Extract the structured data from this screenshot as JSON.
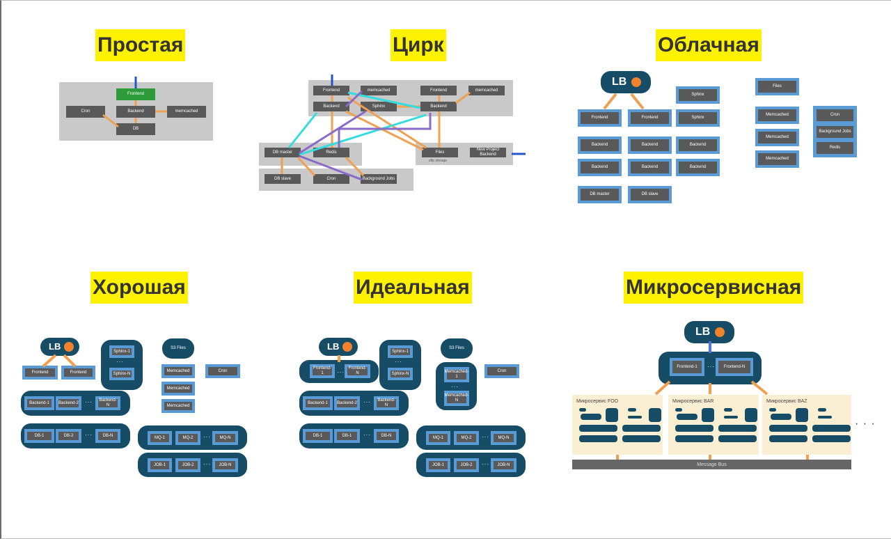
{
  "titles": [
    "Простая",
    "Цирк",
    "Облачная",
    "Хорошая",
    "Идеальная",
    "Микросервисная"
  ],
  "simple": {
    "nodes": [
      "Frontend",
      "Cron",
      "Backend",
      "memcached",
      "DB"
    ]
  },
  "circus": {
    "nodes": [
      "Frontend",
      "memcached",
      "Backend",
      "Sphinx",
      "Frontend",
      "memcached",
      "Backend",
      "DB master",
      "Redis",
      "Files",
      "New Project Backend",
      "DB slave",
      "Cron",
      "Background Jobs"
    ],
    "files_caption": "sftp storage"
  },
  "cloud": {
    "lb": "LB",
    "nodes": [
      "Frontend",
      "Frontend",
      "Sphinx",
      "Sphinx",
      "Backend",
      "Backend",
      "Backend",
      "Backend",
      "Backend",
      "Backend",
      "DB master",
      "DB slave",
      "Files",
      "Memcached",
      "Memcached",
      "Memcached",
      "Cron",
      "Background Jobs",
      "Redis"
    ]
  },
  "good": {
    "lb": "LB",
    "s3": "S3 Files",
    "ellipsis": "···",
    "nodes": [
      "Frontend",
      "Frontend",
      "Sphinx-1",
      "Sphinx-N",
      "Memcached",
      "Memcached",
      "Memcached",
      "Cron",
      "Backend-1",
      "Backend-2",
      "Backend-N",
      "DB-1",
      "DB-2",
      "DB-N",
      "MQ-1",
      "MQ-2",
      "MQ-N",
      "JOB-1",
      "JOB-2",
      "JOB-N"
    ]
  },
  "ideal": {
    "lb": "LB",
    "s3": "S3 Files",
    "ellipsis": "···",
    "nodes": [
      "Frontend-1",
      "Frontend-N",
      "Sphinx-1",
      "Sphinx-N",
      "Memcached-1",
      "Memcached-N",
      "Cron",
      "Backend-1",
      "Backend-2",
      "Backend-N",
      "DB-1",
      "DB-1",
      "DB-N",
      "MQ-1",
      "MQ-2",
      "MQ-N",
      "JOB-1",
      "JOB-2",
      "JOB-N"
    ]
  },
  "micro": {
    "lb": "LB",
    "ellipsis": "···",
    "frontends": [
      "Frontend-1",
      "Frontend-N"
    ],
    "services": [
      "Микросервис FOO",
      "Микросервис BAR",
      "Микросервис BAZ"
    ],
    "bus": "Message Bus",
    "more": "· · ·"
  }
}
